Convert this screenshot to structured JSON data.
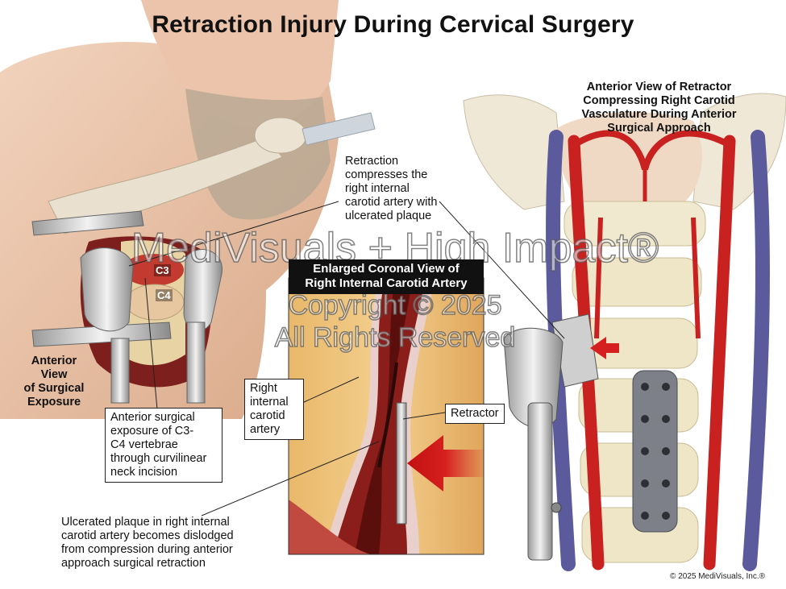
{
  "title": "Retraction Injury During Cervical Surgery",
  "panels": {
    "surgical_exposure": {
      "heading": [
        "Anterior",
        "View",
        "of Surgical",
        "Exposure"
      ],
      "vertebra_labels": [
        "C3",
        "C4"
      ],
      "callout": [
        "Anterior surgical",
        "exposure of C3-",
        "C4 vertebrae",
        "through curvilinear",
        "neck incision"
      ]
    },
    "coronal_view": {
      "heading": [
        "Enlarged Coronal View of",
        "Right Internal Carotid Artery"
      ],
      "artery_label": [
        "Right",
        "internal",
        "carotid",
        "artery"
      ],
      "retractor_label": "Retractor"
    },
    "anterior_view": {
      "heading": [
        "Anterior View of Retractor",
        "Compressing Right Carotid",
        "Vasculature During Anterior",
        "Surgical Approach"
      ]
    }
  },
  "annotations": {
    "compression_note": [
      "Retraction",
      "compresses the",
      "right internal",
      "carotid artery with",
      "ulcerated plaque"
    ],
    "plaque_note": [
      "Ulcerated plaque in right internal",
      "carotid artery becomes dislodged",
      "from compression during anterior",
      "approach surgical retraction"
    ]
  },
  "watermark": [
    "MediVisuals + High Impact®",
    "Copyright © 2025",
    "All Rights Reserved"
  ],
  "copyright": "© 2025 MediVisuals, Inc.®",
  "colors": {
    "artery_red": "#c8211f",
    "vein_blue": "#5a5a9c",
    "bone": "#efe6c8",
    "skin": "#e9c3a8",
    "tissue": "#e8b56a"
  }
}
